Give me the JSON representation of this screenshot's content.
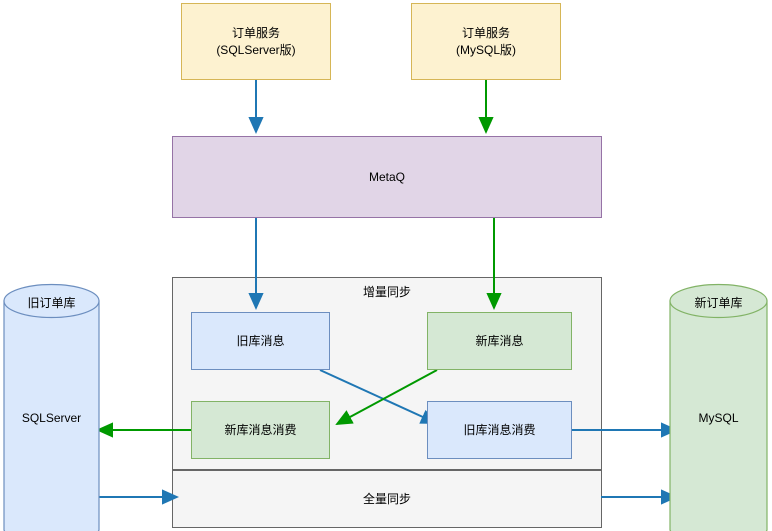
{
  "diagram": {
    "title": "",
    "colors": {
      "service_fill": "#fdf2d0",
      "service_stroke": "#d6b656",
      "mq_fill": "#e1d5e7",
      "mq_stroke": "#9673a6",
      "group_fill": "#f5f5f5",
      "group_stroke": "#666666",
      "blue_fill": "#dae8fc",
      "blue_stroke": "#6c8ebf",
      "green_fill": "#d5e8d4",
      "green_stroke": "#82b366",
      "edge_blue": "#1f77b4",
      "edge_green": "#009900"
    },
    "nodes": {
      "order_service_sqlserver": "订单服务\n(SQLServer版)",
      "order_service_mysql": "订单服务\n(MySQL版)",
      "metaq": "MetaQ",
      "incremental_sync": "增量同步",
      "full_sync": "全量同步",
      "old_db_message": "旧库消息",
      "new_db_message": "新库消息",
      "new_db_message_consume": "新库消息消费",
      "old_db_message_consume": "旧库消息消费",
      "old_order_db_title": "旧订单库",
      "old_order_db_engine": "SQLServer",
      "new_order_db_title": "新订单库",
      "new_order_db_engine": "MySQL"
    },
    "edges": [
      {
        "from": "order_service_sqlserver",
        "to": "metaq",
        "color": "#1f77b4"
      },
      {
        "from": "order_service_mysql",
        "to": "metaq",
        "color": "#009900"
      },
      {
        "from": "metaq",
        "to": "old_db_message",
        "color": "#1f77b4"
      },
      {
        "from": "metaq",
        "to": "new_db_message",
        "color": "#009900"
      },
      {
        "from": "old_db_message",
        "to": "old_db_message_consume",
        "color": "#1f77b4"
      },
      {
        "from": "new_db_message",
        "to": "new_db_message_consume",
        "color": "#009900"
      },
      {
        "from": "new_db_message_consume",
        "to": "old_order_db",
        "color": "#009900"
      },
      {
        "from": "old_db_message_consume",
        "to": "new_order_db",
        "color": "#1f77b4"
      },
      {
        "from": "old_order_db",
        "to": "full_sync",
        "color": "#1f77b4"
      },
      {
        "from": "full_sync",
        "to": "new_order_db",
        "color": "#1f77b4"
      }
    ]
  }
}
